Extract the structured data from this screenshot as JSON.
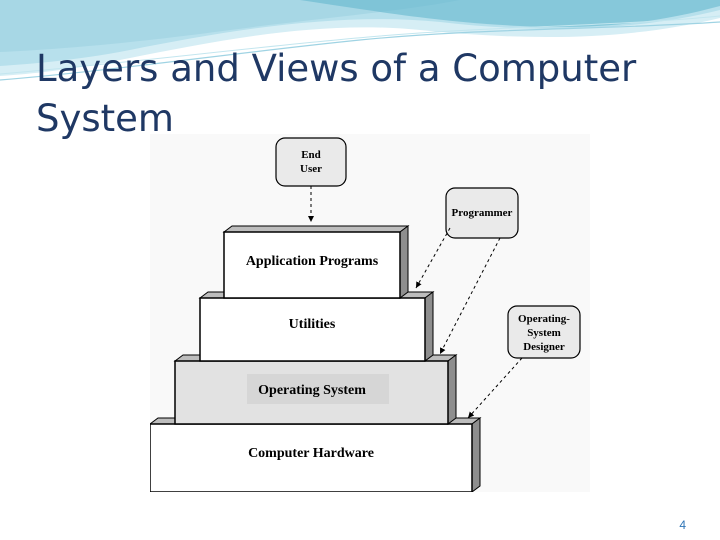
{
  "slide": {
    "title_line1": "Layers and Views of a Computer",
    "title_line2": "System",
    "page_number": "4"
  },
  "diagram": {
    "layers": [
      "Application Programs",
      "Utilities",
      "Operating System",
      "Computer Hardware"
    ],
    "actors": {
      "end_user_line1": "End",
      "end_user_line2": "User",
      "programmer": "Programmer",
      "os_designer_line1": "Operating-",
      "os_designer_line2": "System",
      "os_designer_line3": "Designer"
    }
  },
  "colors": {
    "title": "#1f3864",
    "wave_light": "#d6eef5",
    "wave_mid": "#9fd3e3",
    "wave_dark": "#5fb4cc",
    "box_fill": "#ffffff",
    "os_layer_fill": "#e2e2e2",
    "actor_fill": "#eaeaea",
    "page_number": "#2e75b6"
  }
}
